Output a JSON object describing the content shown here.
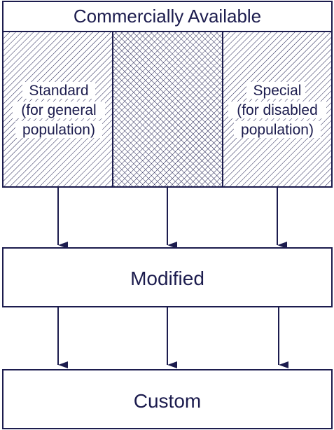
{
  "diagram": {
    "title": "Commercially Available",
    "columns": [
      {
        "lines": [
          "Standard",
          "(for general",
          "population)"
        ]
      },
      {
        "lines": []
      },
      {
        "lines": [
          "Special",
          "(for disabled",
          "population)"
        ]
      }
    ],
    "modified_label": "Modified",
    "custom_label": "Custom"
  },
  "colors": {
    "ink": "#1c1c4e",
    "hatch": "#1c1c4e",
    "background": "#ffffff"
  }
}
